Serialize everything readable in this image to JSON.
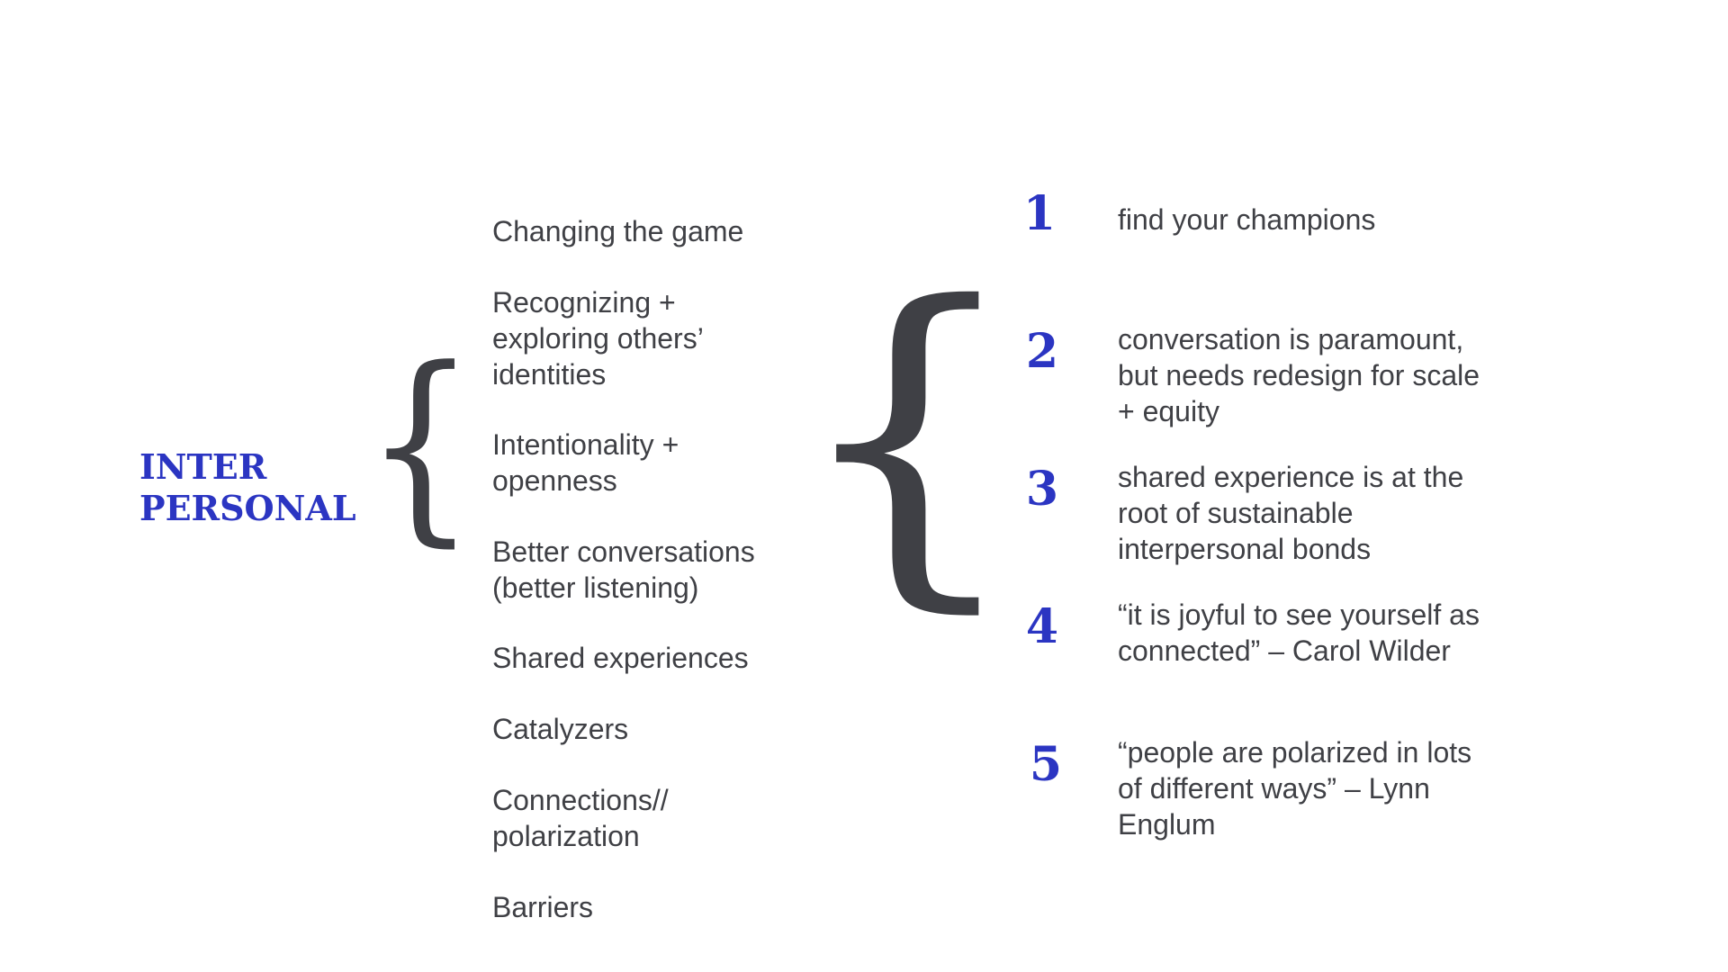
{
  "heading": {
    "lines": [
      "INTER",
      "PERSONAL"
    ]
  },
  "braces": {
    "small": "{",
    "large": "{"
  },
  "themes": [
    {
      "lines": [
        "Changing the game"
      ]
    },
    {
      "lines": [
        "Recognizing +",
        "exploring others’",
        "identities"
      ]
    },
    {
      "lines": [
        "Intentionality +",
        "openness"
      ]
    },
    {
      "lines": [
        "Better conversations",
        "(better listening)"
      ]
    },
    {
      "lines": [
        "Shared experiences"
      ]
    },
    {
      "lines": [
        "Catalyzers"
      ]
    },
    {
      "lines": [
        "Connections//",
        "polarization"
      ]
    },
    {
      "lines": [
        "Barriers"
      ]
    }
  ],
  "findings": [
    {
      "number": "1",
      "lines": [
        "find your champions"
      ]
    },
    {
      "number": "2",
      "lines": [
        "conversation is paramount,",
        "but needs redesign for scale",
        "+ equity"
      ]
    },
    {
      "number": "3",
      "lines": [
        "shared experience is at the",
        "root of sustainable",
        "interpersonal bonds"
      ]
    },
    {
      "number": "4",
      "lines": [
        "“it is joyful to see yourself as",
        "connected” – Carol Wilder"
      ]
    },
    {
      "number": "5",
      "lines": [
        "“people are polarized in lots",
        "of different ways” – Lynn",
        "Englum"
      ]
    }
  ],
  "colors": {
    "accent": "#2b35c2",
    "text": "#3f4045",
    "background": "#ffffff"
  }
}
